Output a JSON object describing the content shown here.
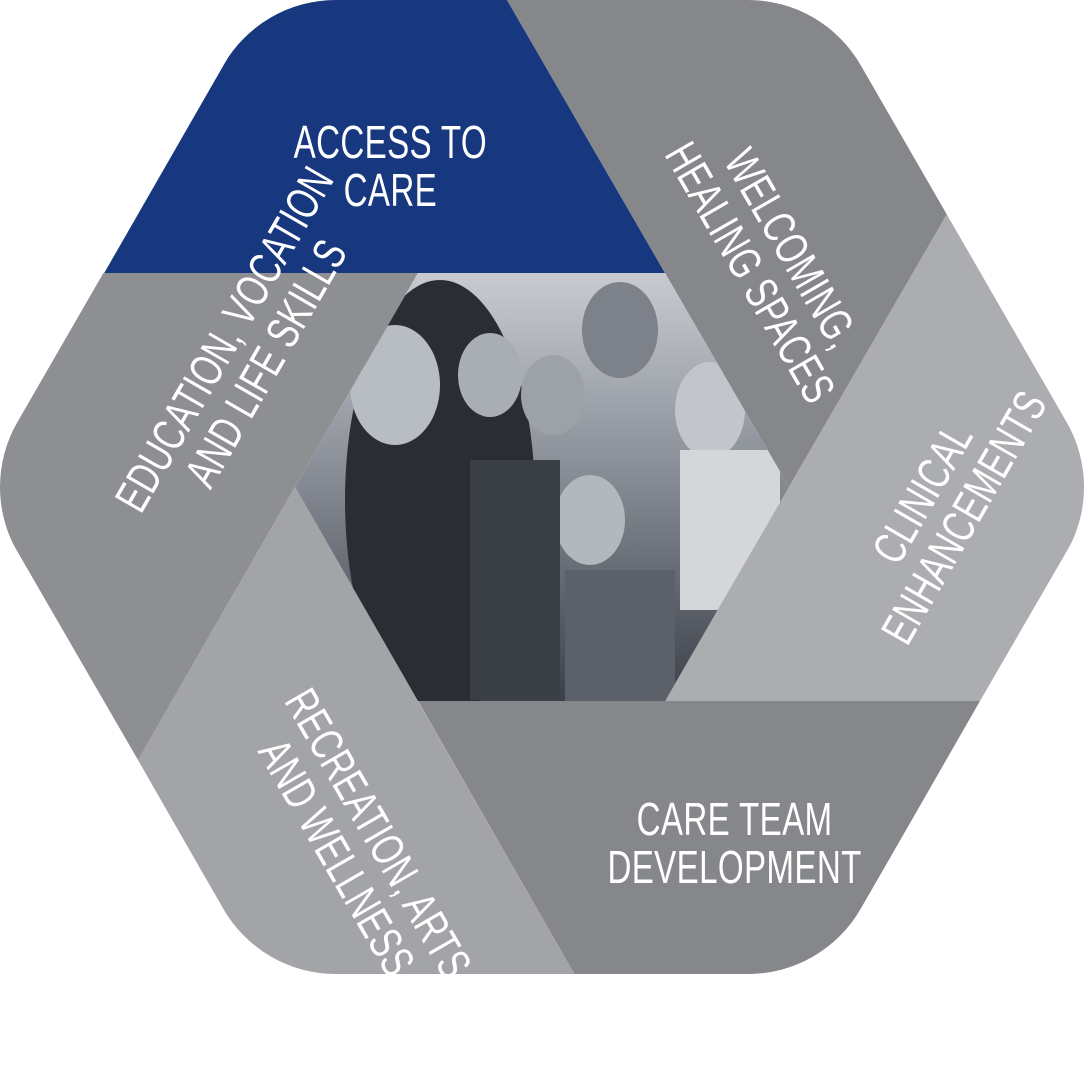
{
  "colors": {
    "access_to_care": "#17377f",
    "welcoming": "#86878b",
    "clinical": "#acadb1",
    "care_team": "#86878b",
    "recreation": "#a3a4a8",
    "education": "#8e8f93",
    "text": "#ffffff"
  },
  "segments": {
    "access_to_care": {
      "line1": "ACCESS TO",
      "line2": "CARE"
    },
    "welcoming": {
      "line1": "WELCOMING,",
      "line2": "HEALING SPACES"
    },
    "clinical": {
      "line1": "CLINICAL",
      "line2": "ENHANCEMENTS"
    },
    "care_team": {
      "line1": "CARE TEAM",
      "line2": "DEVELOPMENT"
    },
    "recreation": {
      "line1": "RECREATION, ARTS",
      "line2": "AND WELLNESS"
    },
    "education": {
      "line1": "EDUCATION, VOCATION",
      "line2": "AND LIFE SKILLS"
    }
  },
  "center_image": {
    "subject": "family-photo"
  }
}
